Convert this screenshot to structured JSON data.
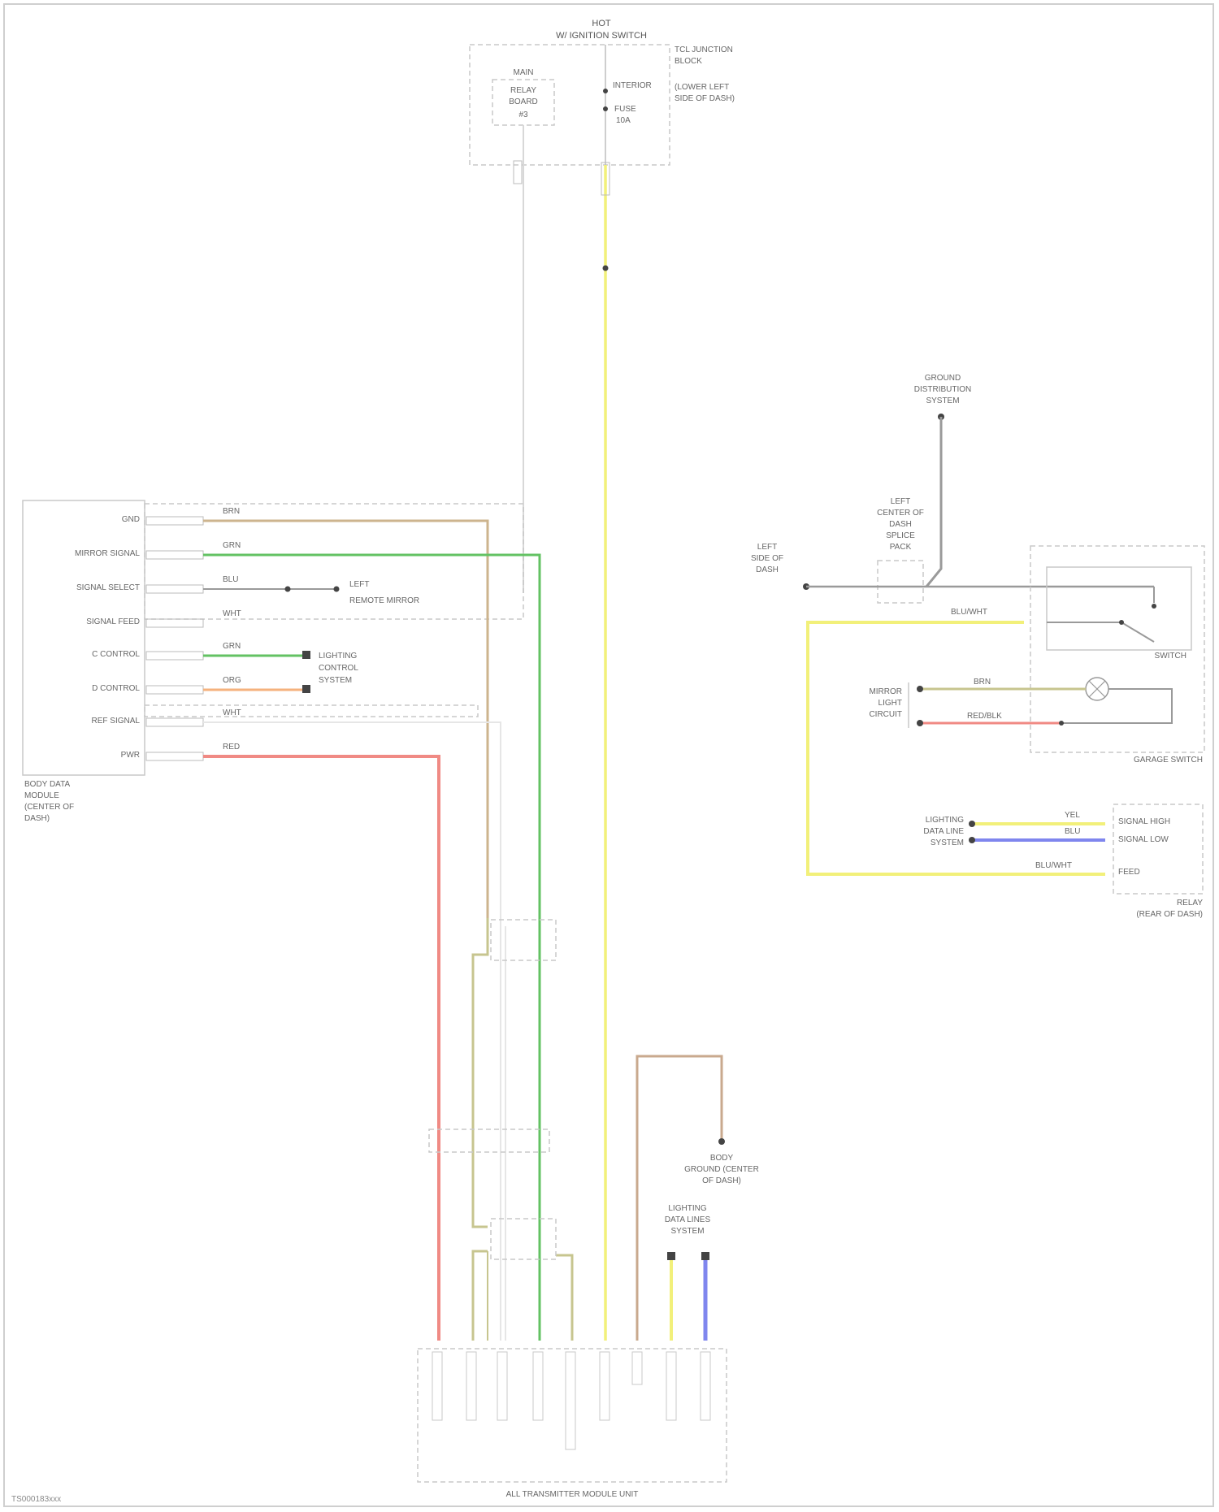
{
  "diagram": {
    "footer_code": "TS000183xxx",
    "components": {
      "fuse_box": {
        "title_1": "HOT",
        "title_2": "W/ IGNITION SWITCH",
        "right_label_1": "TCL JUNCTION",
        "right_label_2": "BLOCK",
        "right_label_3": "(LOWER LEFT",
        "right_label_4": "SIDE OF DASH)",
        "relay_label_1": "MAIN",
        "relay_label_2": "RELAY",
        "relay_label_3": "BOARD",
        "relay_label_4": "#3",
        "fuse_label_1": "INTERIOR",
        "fuse_label_2": "FUSE",
        "fuse_label_3": "10A"
      },
      "body_module": {
        "caption_1": "BODY DATA",
        "caption_2": "MODULE",
        "caption_3": "(CENTER OF",
        "caption_4": "DASH)",
        "pins": [
          {
            "label": "GND",
            "wire": "BRN"
          },
          {
            "label": "MIRROR SIGNAL",
            "wire": "GRN"
          },
          {
            "label": "SIGNAL SELECT",
            "wire": "BLU"
          },
          {
            "label": "SIGNAL FEED",
            "wire": "WHT"
          },
          {
            "label": "C CONTROL",
            "wire": "GRN"
          },
          {
            "label": "D CONTROL",
            "wire": "ORG"
          },
          {
            "label": "REF SIGNAL",
            "wire": "WHT"
          },
          {
            "label": "PWR",
            "wire": "RED"
          }
        ],
        "dest_a_1": "LEFT",
        "dest_a_2": "REMOTE MIRROR",
        "dest_b_1": "LIGHTING",
        "dest_b_2": "CONTROL",
        "dest_b_3": "SYSTEM"
      },
      "ground_top": {
        "label_1": "GROUND",
        "label_2": "DISTRIBUTION",
        "label_3": "SYSTEM"
      },
      "splice": {
        "label_1": "LEFT",
        "label_2": "CENTER OF",
        "label_3": "DASH",
        "label_4": "SPLICE",
        "label_5": "PACK"
      },
      "left_ground": {
        "label_1": "LEFT",
        "label_2": "SIDE OF",
        "label_3": "DASH"
      },
      "garage_switch": {
        "switch_label": "SWITCH",
        "caption": "GARAGE SWITCH",
        "left_label_1": "MIRROR",
        "left_label_2": "LIGHT",
        "left_label_3": "CIRCUIT",
        "wire_1": "BRN",
        "wire_2": "RED/BLK",
        "wire_top": "BLU/WHT"
      },
      "rear_module": {
        "caption_1": "RELAY",
        "caption_2": "(REAR OF DASH)",
        "pin_1": "SIGNAL HIGH",
        "pin_2": "SIGNAL LOW",
        "pin_3": "FEED",
        "wire_1": "YEL",
        "wire_2": "BLU",
        "wire_3": "BLU/WHT",
        "left_label_1": "LIGHTING",
        "left_label_2": "DATA LINE",
        "left_label_3": "SYSTEM"
      },
      "bottom_module": {
        "caption": "ALL TRANSMITTER MODULE UNIT",
        "ground_label_1": "BODY",
        "ground_label_2": "GROUND (CENTER",
        "ground_label_3": "OF DASH)",
        "lighting_1": "LIGHTING",
        "lighting_2": "DATA LINES",
        "lighting_3": "SYSTEM"
      }
    },
    "colors": {
      "tan": "#cdb48e",
      "green": "#63c263",
      "yellow": "#f2f07a",
      "red": "#f08a84",
      "orange": "#f5b27d",
      "blue": "#7f86ee",
      "gray": "#9a9a9a",
      "light_gray": "#d8d8d8",
      "khaki": "#c7c58f",
      "brown": "#c9a98e"
    }
  }
}
